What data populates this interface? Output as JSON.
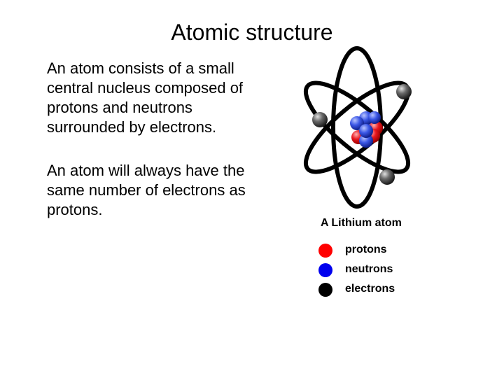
{
  "title": "Atomic structure",
  "paragraphs": [
    "An atom consists of a small central nucleus composed of protons and neutrons surrounded by electrons.",
    "An atom will always have the same number of electrons as protons."
  ],
  "figure": {
    "caption": "A Lithium atom",
    "legend": [
      {
        "label": "protons",
        "color": "#ff0000"
      },
      {
        "label": "neutrons",
        "color": "#0000ee"
      },
      {
        "label": "electrons",
        "color": "#000000"
      }
    ],
    "colors": {
      "orbit": "#000000",
      "proton": "#e8171f",
      "neutron": "#2f43d9",
      "electron": "#3a3a3a"
    }
  }
}
